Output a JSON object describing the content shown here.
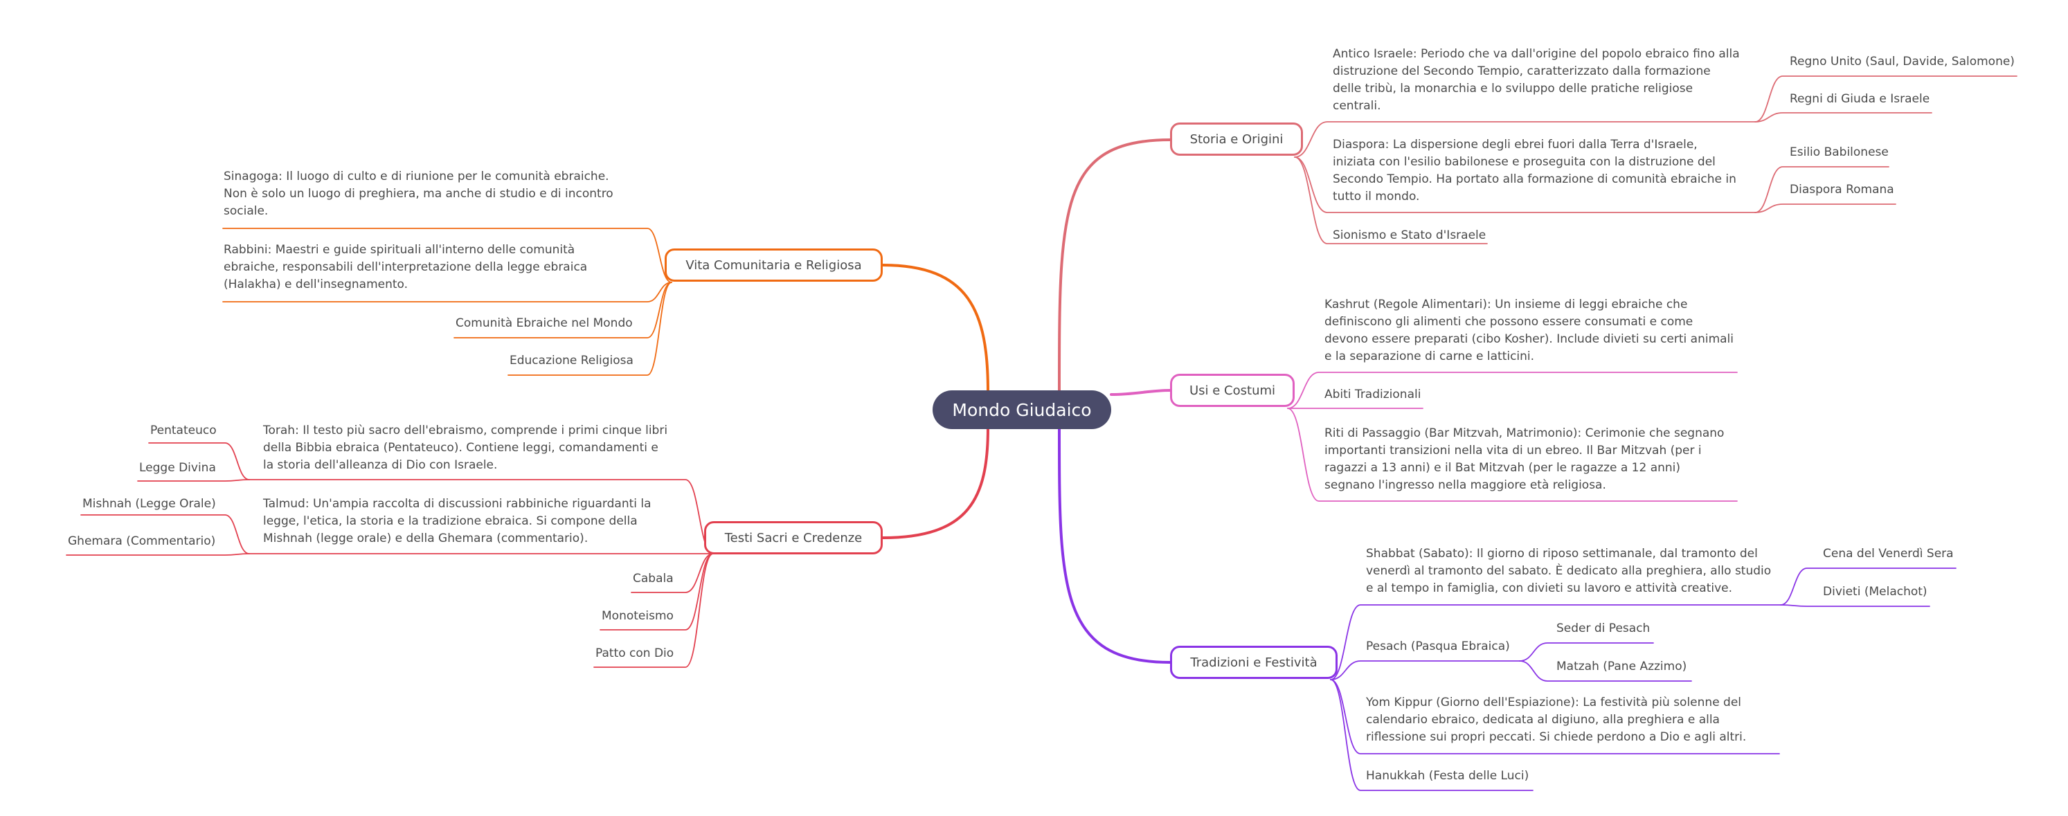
{
  "root": {
    "label": "Mondo Giudaico"
  },
  "colors": {
    "root_bg": "#4a4b6a",
    "storia": "#dd6b74",
    "usi": "#e060c0",
    "tradizioni": "#8a34e6",
    "vita": "#f06a12",
    "testi": "#e2404f"
  },
  "branches": {
    "storia": {
      "label": "Storia e Origini",
      "antico": [
        "Antico Israele: Periodo che va dall'origine del popolo ebraico fino alla",
        "distruzione del Secondo Tempio, caratterizzato dalla formazione",
        "delle tribù, la monarchia e lo sviluppo delle pratiche religiose",
        "centrali."
      ],
      "antico_children": [
        "Regno Unito (Saul, Davide, Salomone)",
        "Regni di Giuda e Israele"
      ],
      "diaspora": [
        "Diaspora: La dispersione degli ebrei fuori dalla Terra d'Israele,",
        "iniziata con l'esilio babilonese e proseguita con la distruzione del",
        "Secondo Tempio. Ha portato alla formazione di comunità ebraiche in",
        "tutto il mondo."
      ],
      "diaspora_children": [
        "Esilio Babilonese",
        "Diaspora Romana"
      ],
      "sionismo": "Sionismo e Stato d'Israele"
    },
    "usi": {
      "label": "Usi e Costumi",
      "kashrut": [
        "Kashrut (Regole Alimentari): Un insieme di leggi ebraiche che",
        "definiscono gli alimenti che possono essere consumati e come",
        "devono essere preparati (cibo Kosher). Include divieti su certi animali",
        "e la separazione di carne e latticini."
      ],
      "abiti": "Abiti Tradizionali",
      "riti": [
        "Riti di Passaggio (Bar Mitzvah, Matrimonio): Cerimonie che segnano",
        "importanti transizioni nella vita di un ebreo. Il Bar Mitzvah (per i",
        "ragazzi a 13 anni) e il Bat Mitzvah (per le ragazze a 12 anni)",
        "segnano l'ingresso nella maggiore età religiosa."
      ]
    },
    "tradizioni": {
      "label": "Tradizioni e Festività",
      "shabbat": [
        "Shabbat (Sabato): Il giorno di riposo settimanale, dal tramonto del",
        "venerdì al tramonto del sabato. È dedicato alla preghiera, allo studio",
        "e al tempo in famiglia, con divieti su lavoro e attività creative."
      ],
      "shabbat_children": [
        "Cena del Venerdì Sera",
        "Divieti (Melachot)"
      ],
      "pesach": "Pesach (Pasqua Ebraica)",
      "pesach_children": [
        "Seder di Pesach",
        "Matzah (Pane Azzimo)"
      ],
      "yomkippur": [
        "Yom Kippur (Giorno dell'Espiazione): La festività più solenne del",
        "calendario ebraico, dedicata al digiuno, alla preghiera e alla",
        "riflessione sui propri peccati. Si chiede perdono a Dio e agli altri."
      ],
      "hanukkah": "Hanukkah (Festa delle Luci)"
    },
    "vita": {
      "label": "Vita Comunitaria e Religiosa",
      "sinagoga": [
        "Sinagoga: Il luogo di culto e di riunione per le comunità ebraiche.",
        "Non è solo un luogo di preghiera, ma anche di studio e di incontro",
        "sociale."
      ],
      "rabbini": [
        "Rabbini: Maestri e guide spirituali all'interno delle comunità",
        "ebraiche, responsabili dell'interpretazione della legge ebraica",
        "(Halakha) e dell'insegnamento."
      ],
      "comunita": "Comunità Ebraiche nel Mondo",
      "educazione": "Educazione Religiosa"
    },
    "testi": {
      "label": "Testi Sacri e Credenze",
      "torah": [
        "Torah: Il testo più sacro dell'ebraismo, comprende i primi cinque libri",
        "della Bibbia ebraica (Pentateuco). Contiene leggi, comandamenti e",
        "la storia dell'alleanza di Dio con Israele."
      ],
      "torah_children": [
        "Pentateuco",
        "Legge Divina"
      ],
      "talmud": [
        "Talmud: Un'ampia raccolta di discussioni rabbiniche riguardanti la",
        "legge, l'etica, la storia e la tradizione ebraica. Si compone della",
        "Mishnah (legge orale) e della Ghemara (commentario)."
      ],
      "talmud_children": [
        "Mishnah (Legge Orale)",
        "Ghemara (Commentario)"
      ],
      "cabala": "Cabala",
      "monoteismo": "Monoteismo",
      "patto": "Patto con Dio"
    }
  }
}
